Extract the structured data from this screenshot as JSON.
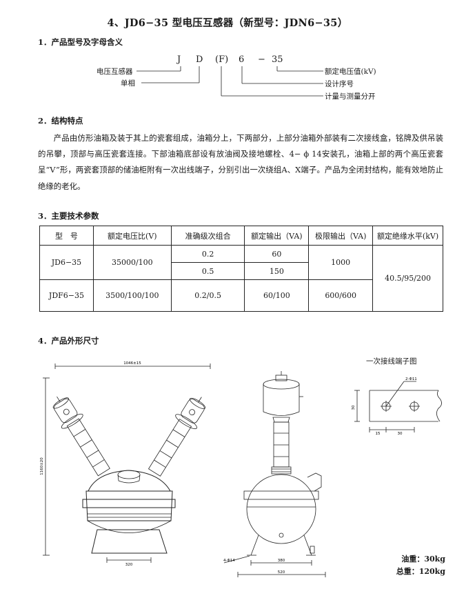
{
  "title": "4、JD6−35 型电压互感器（新型号：JDN6−35）",
  "sections": {
    "s1": "1．产品型号及字母含义",
    "s2": "2．结构特点",
    "s3": "3．主要技术参数",
    "s4": "4．产品外形尺寸"
  },
  "model_code": {
    "chars": [
      "J",
      "D",
      "(F)",
      "6",
      "−",
      "35"
    ],
    "left_labels": [
      "电压互感器",
      "单相"
    ],
    "right_labels": [
      "额定电压值(kV)",
      "设计序号",
      "计量与测量分开"
    ]
  },
  "structure_text": "产品由仿形油箱及装于其上的瓷套组成，油箱分上，下两部分，上部分油箱外部装有二次接线盒，铭牌及供吊装的吊攀，顶部与高压瓷套连接。下部油箱底部设有放油阀及接地螺栓、4− ϕ 14安装孔，油箱上部的两个高压瓷套呈“V”形，两瓷套顶部的储油柜附有一次出线端子，分别引出一次绕组A、X端子。产品为全闭封结构，能有效地防止绝缘的老化。",
  "table": {
    "headers": [
      "型　号",
      "额定电压比(V)",
      "准确级次组合",
      "额定输出（VA)",
      "极限输出（VA)",
      "额定绝缘水平(kV)"
    ],
    "r1": {
      "model": "JD6−35",
      "ratio": "35000/100",
      "acc_a": "0.2",
      "out_a": "60",
      "acc_b": "0.5",
      "out_b": "150",
      "limit": "1000",
      "insul": "40.5/95/200"
    },
    "r2": {
      "model": "JDF6−35",
      "ratio": "3500/100/100",
      "acc": "0.2/0.5",
      "out": "60/100",
      "limit": "600/600"
    }
  },
  "drawings": {
    "terminal_title": "一次接线端子图",
    "dim_width": "1046±15",
    "dim_height": "1160±20",
    "dim_base": "320",
    "dim_side_a": "380",
    "dim_side_b": "520",
    "dim_hole": "4-Φ14",
    "term_hole": "2-Φ11",
    "term_h": "30",
    "term_a": "15",
    "term_b": "30"
  },
  "weights": {
    "oil": "油重：30kg",
    "total": "总重：120kg"
  }
}
